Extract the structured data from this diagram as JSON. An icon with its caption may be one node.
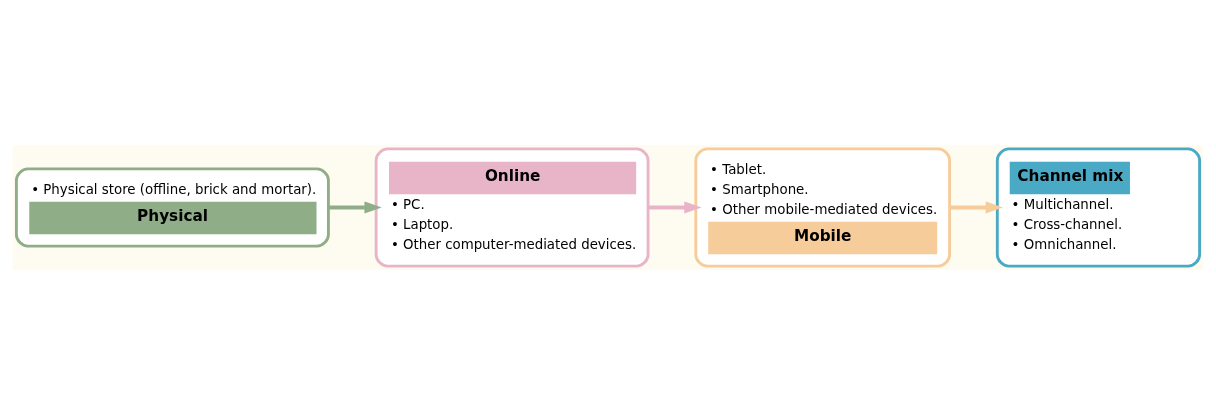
{
  "diagram": {
    "nodes": [
      {
        "text": [
          "• Physical store (offline, brick and mortar).",
          "Physical"
        ]
      },
      {
        "text": [
          "Online",
          "• PC.",
          "• Laptop.",
          "• Other computer-mediated devices."
        ]
      },
      {
        "text": [
          "• Tablet.",
          "• Smartphone.",
          "• Other mobile-mediated devices.",
          "Mobile"
        ]
      },
      {
        "text": [
          "Channel mix",
          "• Multichannel.",
          "• Cross-channel.",
          "• Omnichannel."
        ]
      }
    ],
    "edges": [
      {
        "from": 0,
        "to": 1,
        "arrow": "to",
        "color": "#8fae88"
      },
      {
        "from": 1,
        "to": 2,
        "arrow": "to",
        "color": "#e8b4c8"
      },
      {
        "from": 2,
        "to": 3,
        "arrow": "to",
        "color": "#f5cc9a"
      }
    ]
  }
}
